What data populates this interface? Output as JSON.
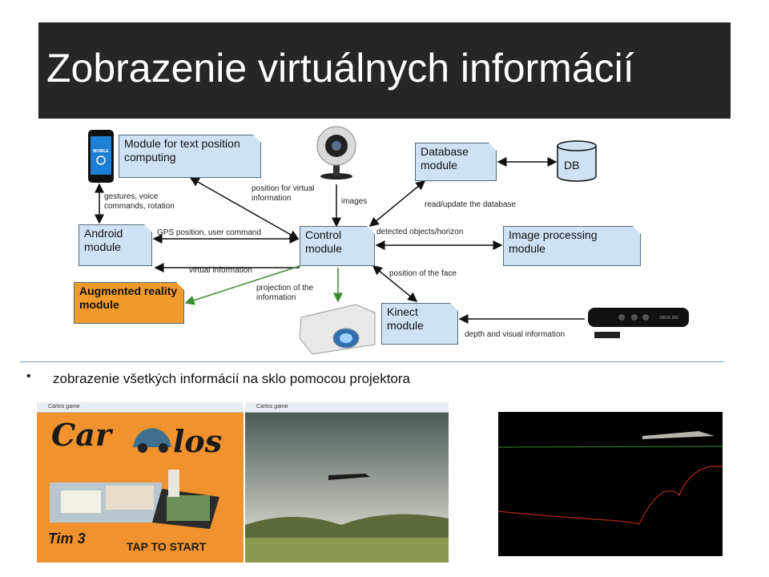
{
  "slide": {
    "title": "Zobrazenie virtuálnych informácií",
    "bullet": "zobrazenie všetkých informácií na sklo pomocou projektora"
  },
  "diagram": {
    "boxes": {
      "text_module": "Module for text position computing",
      "database": "Database module",
      "db": "DB",
      "android": "Android module",
      "control": "Control module",
      "image_processing": "Image processing module",
      "augmented": "Augmented reality module",
      "kinect": "Kinect module",
      "phone_label": "MOBILE",
      "kinect_device_label": "XBOX 360"
    },
    "edges": {
      "gestures": "gestures, voice commands, rotation",
      "position_virtual": "position for virtual information",
      "images": "images",
      "read_update": "read/update the database",
      "gps": "GPS position, user command",
      "detected": "detected objects/horizon",
      "virtual_info": "virtual information",
      "position_face": "position of the face",
      "projection": "projection of the information",
      "depth": "depth and visual information"
    }
  },
  "screenshots": {
    "game_title": "Carlos game",
    "logo_left": "Car",
    "logo_right": "los",
    "team": "Tim 3",
    "tap": "TAP TO START"
  },
  "colors": {
    "title_bg": "#262626",
    "box_blue": "#cfe2f3",
    "box_orange": "#f09a2a",
    "arrow_green": "#3a8a2e"
  }
}
